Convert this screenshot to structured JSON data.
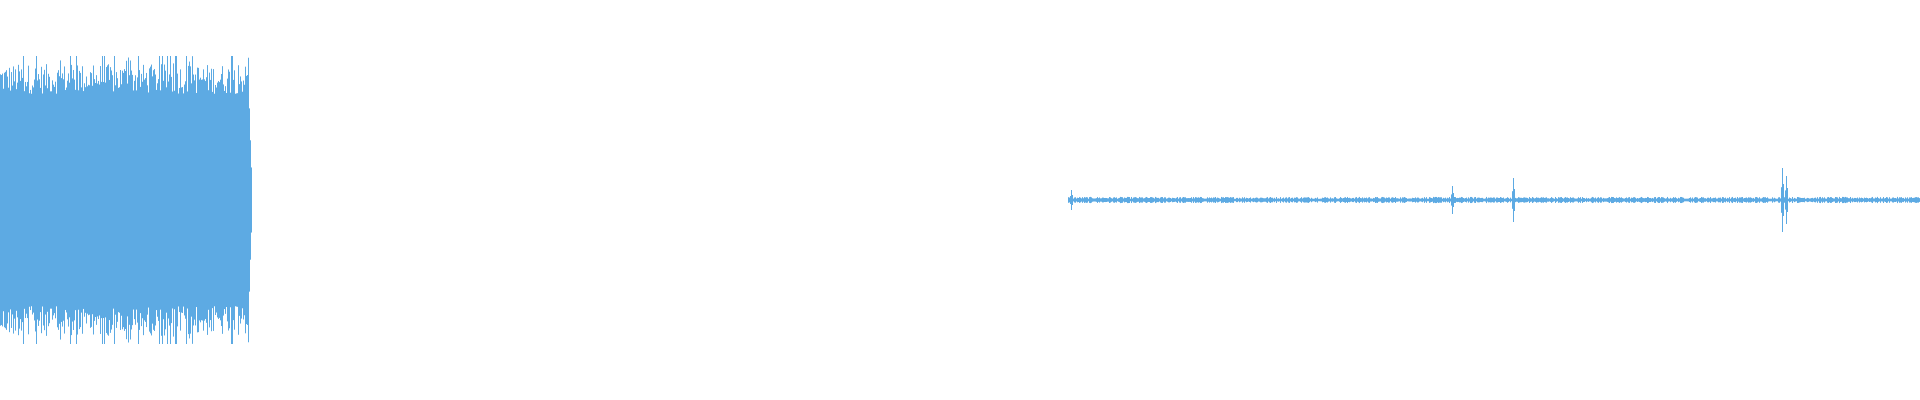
{
  "waveform": {
    "color": "#5DAAE3",
    "background": "#ffffff",
    "segments": [
      {
        "kind": "dense-burst",
        "start": 0.0,
        "end": 0.131,
        "amplitude": 0.68,
        "peak": 0.72
      },
      {
        "kind": "silence",
        "start": 0.131,
        "end": 0.556
      },
      {
        "kind": "low-hum",
        "start": 0.556,
        "end": 1.0,
        "amplitude": 0.012
      }
    ],
    "spikes": [
      {
        "position": 0.558,
        "amplitude": 0.05
      },
      {
        "position": 0.756,
        "amplitude": 0.07
      },
      {
        "position": 0.788,
        "amplitude": 0.11
      },
      {
        "position": 0.928,
        "amplitude": 0.16
      },
      {
        "position": 0.93,
        "amplitude": 0.12
      }
    ]
  }
}
